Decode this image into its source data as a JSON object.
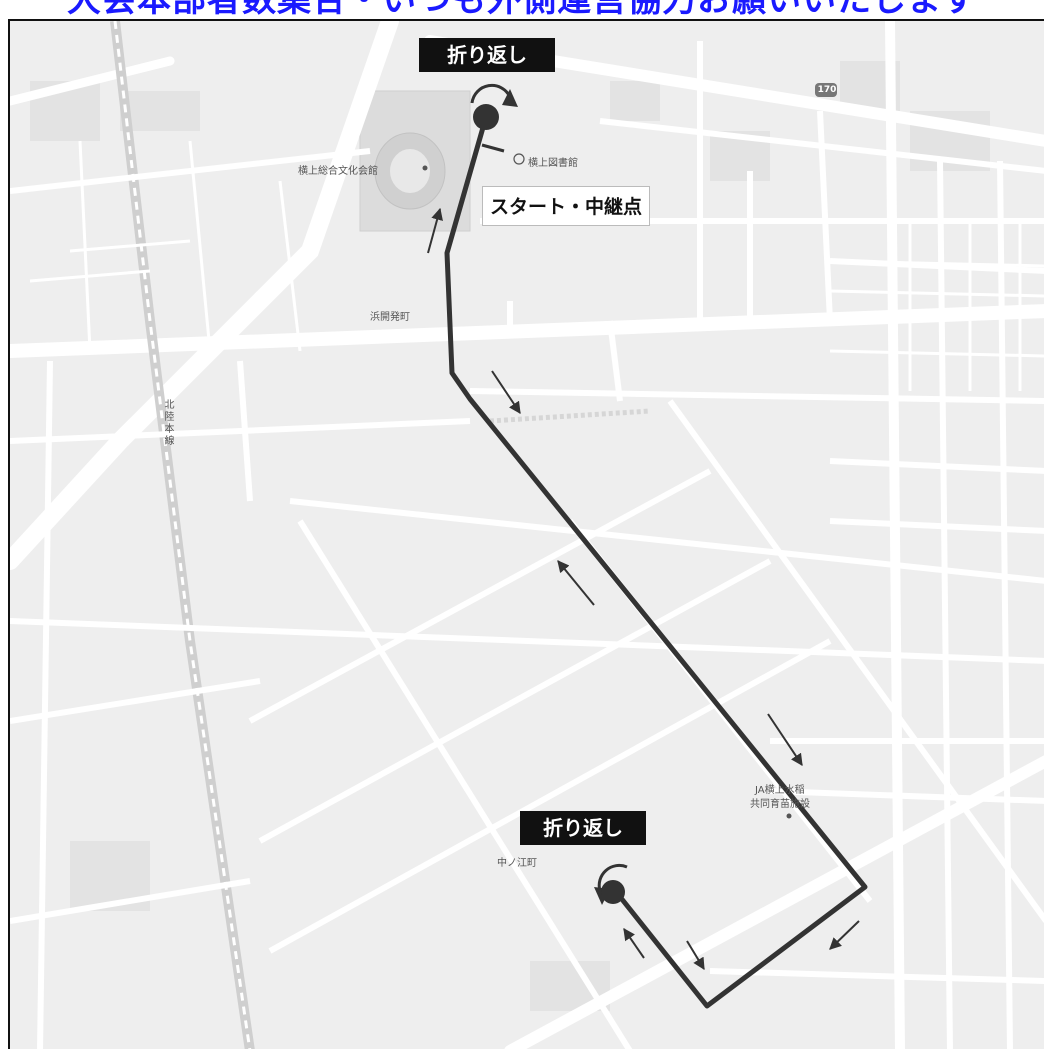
{
  "header": {
    "text": "大会本部者数集合・いつも外側運営協力お願いいたします",
    "color": "#1a1aff"
  },
  "labels": {
    "turnaround_top": "折り返し",
    "turnaround_bottom": "折り返し",
    "start_point": "スタート・中継点"
  },
  "places": {
    "culture_hall": "横上総合文化会館",
    "library": "横上図書館",
    "hamakaihatsu": "浜開発町",
    "nakanoe": "中ノ江町",
    "ja_line1": "JA横上水稲",
    "ja_line2": "共同育苗施設",
    "hokuriku_line": "北陸本線",
    "route_no": "170"
  },
  "colors": {
    "route": "#333333",
    "map_bg": "#eeeeee",
    "road": "#ffffff"
  }
}
